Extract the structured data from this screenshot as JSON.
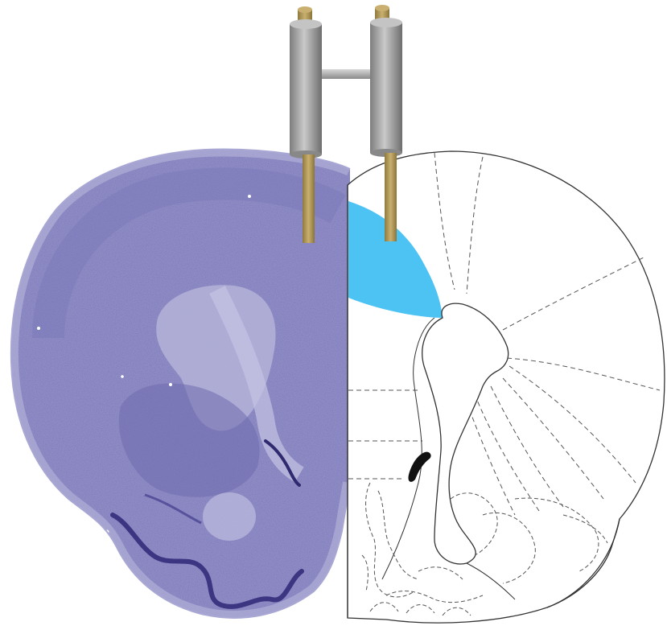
{
  "figure": {
    "left_panel": "nissl-stained-section",
    "right_panel": "atlas-outline",
    "implant": "bilateral-guide-cannula",
    "colors": {
      "background": "#ffffff",
      "nissl_base": "#8e8cc4",
      "nissl_light": "#b4b3d8",
      "nissl_dark": "#3b3582",
      "target_region": "#4dc3f4",
      "cannula_metal": "#9a9a9a",
      "cannula_tip": "#b79d5b",
      "atlas_line": "#333333",
      "ventricle": "#111111"
    }
  }
}
